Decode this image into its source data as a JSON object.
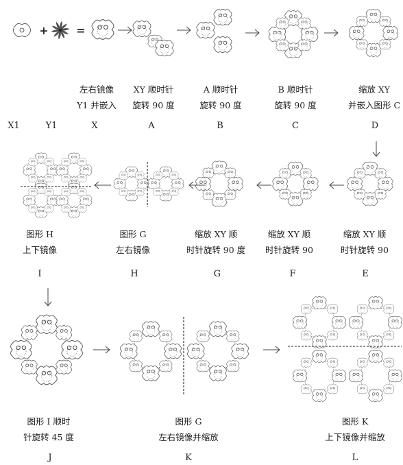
{
  "row1": {
    "operators": {
      "plus": "+",
      "equals": "="
    },
    "captions": [
      {
        "line1": "左右镜像",
        "line2": "Y1 并嵌入"
      },
      {
        "line1": "XY 顺时针",
        "line2": "旋转 90 度"
      },
      {
        "line1": "A 顺时针",
        "line2": "旋转 90 度"
      },
      {
        "line1": "B 顺时针",
        "line2": "旋转 90 度"
      },
      {
        "line1": "缩放 XY",
        "line2": "并嵌入图形 C"
      }
    ],
    "labels": [
      "X1",
      "Y1",
      "X",
      "A",
      "B",
      "C",
      "D"
    ]
  },
  "row2": {
    "captions": [
      {
        "line1": "图形 H",
        "line2": "上下镜像"
      },
      {
        "line1": "图形 G",
        "line2": "左右镜像"
      },
      {
        "line1": "缩放 XY 顺",
        "line2": "时针旋转 90 度"
      },
      {
        "line1": "缩放 XY 顺",
        "line2": "时针旋转 90"
      },
      {
        "line1": "缩放 XY 顺",
        "line2": "时针旋转 90"
      }
    ],
    "labels": [
      "I",
      "H",
      "G",
      "F",
      "E"
    ]
  },
  "row3": {
    "captions": [
      {
        "line1": "图形 I 顺时",
        "line2": "针旋转 45 度"
      },
      {
        "line1": "图形 G",
        "line2": "左右镜像并缩放"
      },
      {
        "line1": "图形 K",
        "line2": "上下镜像并缩放"
      }
    ],
    "labels": [
      "J",
      "K",
      "L"
    ]
  }
}
